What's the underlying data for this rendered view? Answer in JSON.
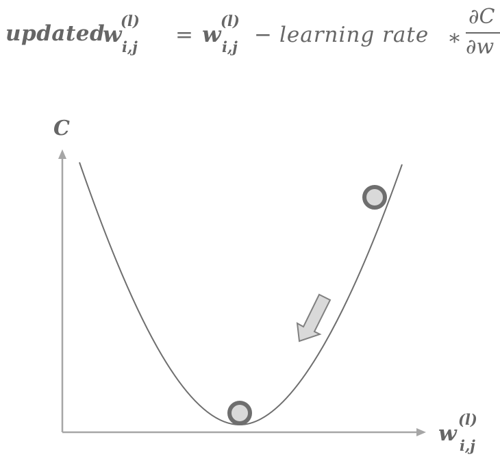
{
  "equation": {
    "lhs_prefix": "updated",
    "weight_symbol": "w",
    "superscript": "(l)",
    "subscript": "i,j",
    "equals": "=",
    "minus": "−",
    "learning_rate": "learning rate",
    "times": "∗",
    "numerator": "∂C",
    "denominator": "∂w"
  },
  "graph": {
    "y_axis_label": "C",
    "x_axis_symbol": "w",
    "x_axis_superscript": "(l)",
    "x_axis_subscript": "i,j"
  },
  "colors": {
    "text": "#666666",
    "axis": "#a6a6a6",
    "curve": "#6e6e6e",
    "ball_fill": "#d9d9d9",
    "ball_stroke": "#6e6e6e",
    "arrow_fill": "#d9d9d9",
    "arrow_stroke": "#808080"
  }
}
